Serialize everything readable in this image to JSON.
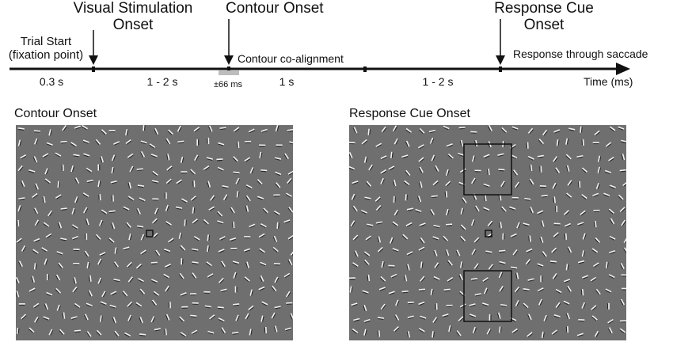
{
  "timeline": {
    "events": {
      "trial_start": "Trial Start\n(fixation point)",
      "visual_stim": "Visual Stimulation\nOnset",
      "contour_onset": "Contour Onset",
      "response_cue": "Response Cue\nOnset"
    },
    "contour_coalignment": "Contour co-alignment",
    "response_saccade": "Response through saccade",
    "time_axis": "Time (ms)",
    "intervals": [
      "0.3 s",
      "1 - 2 s",
      "1 s",
      "1 - 2 s"
    ],
    "jitter_label": "±66 ms"
  },
  "panels": {
    "left_title": "Contour Onset",
    "right_title": "Response Cue Onset"
  },
  "colors": {
    "panel_bg": "#6f6f6f",
    "line": "#111111",
    "jitter_bar": "#bdbdbd"
  }
}
